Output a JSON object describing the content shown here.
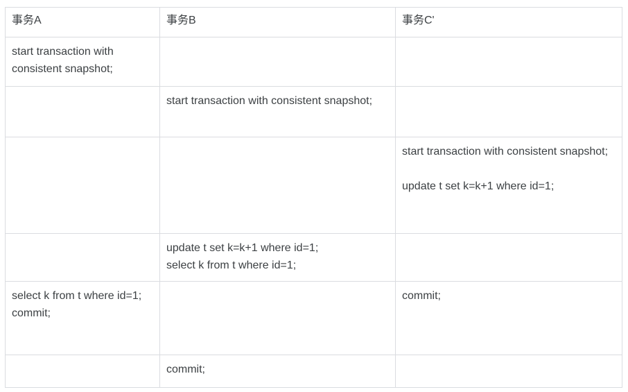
{
  "table": {
    "headers": [
      {
        "label": "事务A"
      },
      {
        "label": "事务B"
      },
      {
        "label": "事务C'"
      }
    ],
    "rows": [
      {
        "cells": [
          "start transaction with consistent snapshot;",
          "",
          ""
        ]
      },
      {
        "cells": [
          "",
          "start transaction with consistent snapshot;",
          ""
        ]
      },
      {
        "cells": [
          "",
          "",
          "start transaction with consistent snapshot;\n\nupdate t set k=k+1 where id=1;"
        ]
      },
      {
        "cells": [
          "",
          "update t set k=k+1 where id=1;\nselect k from t where id=1;",
          ""
        ]
      },
      {
        "cells": [
          "select k from t where id=1;\ncommit;",
          "",
          "commit;"
        ]
      },
      {
        "cells": [
          "",
          "commit;",
          ""
        ]
      }
    ]
  },
  "colors": {
    "background": "#ffffff",
    "border": "#dadce0",
    "text": "#3c4043"
  }
}
